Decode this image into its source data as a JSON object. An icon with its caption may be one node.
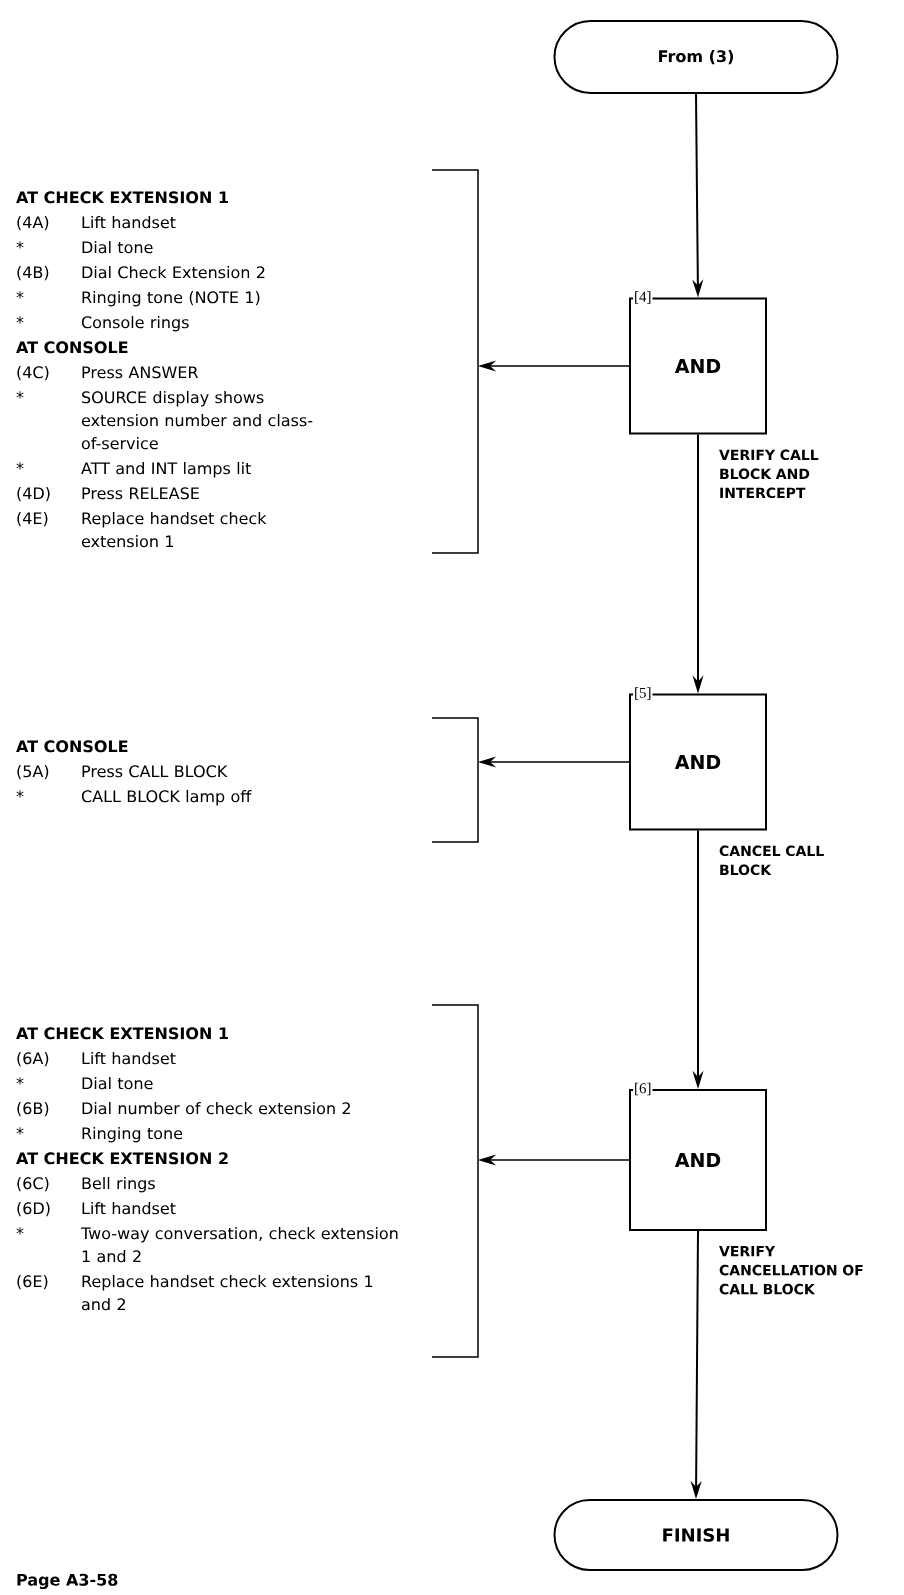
{
  "diagram": {
    "nodes": [
      {
        "text": [
          "From (3)"
        ]
      },
      {
        "text": [
          "[4]",
          "AND"
        ],
        "beside": [
          "VERIFY CALL BLOCK AND INTERCEPT"
        ]
      },
      {
        "text": [
          "AT CHECK EXTENSION 1",
          "(4A)",
          "Lift handset",
          "*",
          "Dial tone",
          "(4B)",
          "Dial Check Extension 2",
          "*",
          "Ringing tone (NOTE 1)",
          "*",
          "Console rings",
          "AT CONSOLE",
          "(4C)",
          "Press ANSWER",
          "*",
          "SOURCE display shows extension number and class-of-service",
          "*",
          "ATT and INT lamps lit",
          "(4D)",
          "Press RELEASE",
          "(4E)",
          "Replace handset check extension 1"
        ]
      },
      {
        "text": [
          "[5]",
          "AND"
        ],
        "beside": [
          "CANCEL CALL BLOCK"
        ]
      },
      {
        "text": [
          "AT CONSOLE",
          "(5A)",
          "Press CALL BLOCK",
          "*",
          "CALL BLOCK lamp off"
        ]
      },
      {
        "text": [
          "[6]",
          "AND"
        ],
        "beside": [
          "VERIFY CANCELLATION OF CALL BLOCK"
        ]
      },
      {
        "text": [
          "AT CHECK EXTENSION 1",
          "(6A)",
          "Lift handset",
          "*",
          "Dial tone",
          "(6B)",
          "Dial number of check extension 2",
          "*",
          "Ringing tone",
          "AT CHECK EXTENSION 2",
          "(6C)",
          "Bell rings",
          "(6D)",
          "Lift handset",
          "*",
          "Two-way conversation, check extension 1 and 2",
          "(6E)",
          "Replace handset check extensions 1 and 2"
        ]
      },
      {
        "text": [
          "FINISH"
        ]
      }
    ],
    "edges": [
      {
        "from": 0,
        "to": 1,
        "arrow": "to"
      },
      {
        "from": 1,
        "to": 2,
        "arrow": "to"
      },
      {
        "from": 1,
        "to": 3,
        "arrow": "to"
      },
      {
        "from": 3,
        "to": 4,
        "arrow": "to"
      },
      {
        "from": 3,
        "to": 5,
        "arrow": "to"
      },
      {
        "from": 5,
        "to": 6,
        "arrow": "to"
      },
      {
        "from": 5,
        "to": 7,
        "arrow": "to"
      }
    ],
    "labels": [
      "Page A3-58"
    ]
  }
}
